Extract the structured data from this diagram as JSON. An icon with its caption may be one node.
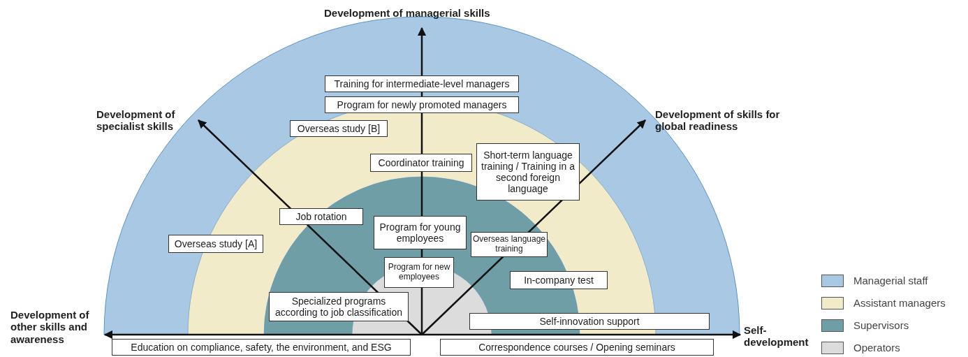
{
  "diagram": {
    "nodes": [
      {
        "text": [
          "Development of managerial skills"
        ]
      },
      {
        "text": [
          "Development of specialist skills"
        ]
      },
      {
        "text": [
          "Development of skills for global readiness"
        ]
      },
      {
        "text": [
          "Development of other skills and awareness"
        ]
      },
      {
        "text": [
          "Self-development"
        ]
      },
      {
        "text": [
          "Training for intermediate-level managers"
        ]
      },
      {
        "text": [
          "Program for newly promoted managers"
        ]
      },
      {
        "text": [
          "Overseas study [B]"
        ]
      },
      {
        "text": [
          "Coordinator training"
        ]
      },
      {
        "text": [
          "Short-term language training / Training in a second foreign language"
        ]
      },
      {
        "text": [
          "Job rotation"
        ]
      },
      {
        "text": [
          "Specialized programs according to job classification"
        ]
      },
      {
        "text": [
          "Overseas study [A]"
        ]
      },
      {
        "text": [
          "Program for young employees"
        ]
      },
      {
        "text": [
          "Program for new employees"
        ]
      },
      {
        "text": [
          "Overseas language training"
        ]
      },
      {
        "text": [
          "In-company test"
        ]
      },
      {
        "text": [
          "Self-innovation support"
        ]
      },
      {
        "text": [
          "Education on compliance, safety, the environment, and ESG"
        ]
      },
      {
        "text": [
          "Correspondence courses / Opening seminars"
        ]
      }
    ],
    "edges": [
      {
        "from": null,
        "to": 0,
        "arrow": "to"
      },
      {
        "from": null,
        "to": 1,
        "arrow": "to"
      },
      {
        "from": null,
        "to": 2,
        "arrow": "to"
      },
      {
        "from": null,
        "to": 3,
        "arrow": "to"
      },
      {
        "from": null,
        "to": 4,
        "arrow": "to"
      }
    ],
    "legend": [
      {
        "text": "Managerial staff",
        "color": "#a9c8e4"
      },
      {
        "text": "Assistant managers",
        "color": "#f2ebc9"
      },
      {
        "text": "Supervisors",
        "color": "#6f9ea6"
      },
      {
        "text": "Operators",
        "color": "#dcdcdc"
      }
    ]
  }
}
